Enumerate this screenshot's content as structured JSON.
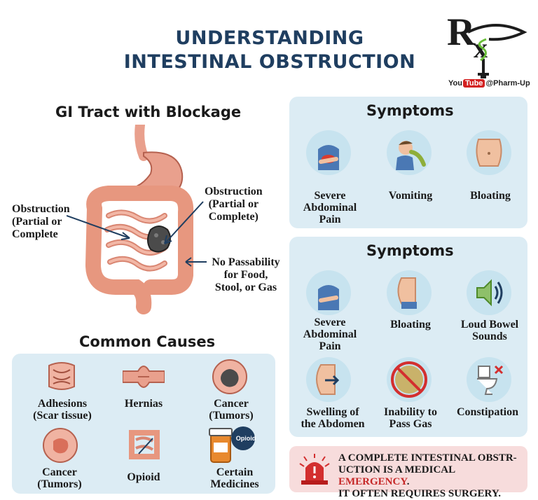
{
  "title": {
    "line1": "UNDERSTANDING",
    "line2": "INTESTINAL OBSTRUCTION"
  },
  "logo": {
    "brand_pre": "You",
    "brand_box": "Tube",
    "handle": "@Pharm-Up"
  },
  "gi_tract": {
    "heading": "GI Tract with Blockage",
    "left_label": [
      "Obstruction",
      "(Partial or",
      "Complete"
    ],
    "right_label": [
      "Obstruction",
      "(Partial or",
      "Complete)"
    ],
    "bottom_label": [
      "No Passability",
      "for Food,",
      "Stool, or Gas"
    ]
  },
  "symptoms_top": {
    "heading": "Symptoms",
    "items": [
      {
        "label": [
          "Severe",
          "Abdominal",
          "Pain"
        ],
        "icon": "abdominal-pain-icon"
      },
      {
        "label": [
          "Vomiting"
        ],
        "icon": "vomiting-icon"
      },
      {
        "label": [
          "Bloating"
        ],
        "icon": "bloating-icon"
      }
    ]
  },
  "symptoms_bottom": {
    "heading": "Symptoms",
    "items": [
      {
        "label": [
          "Severe",
          "Abdominal",
          "Pain"
        ],
        "icon": "abdominal-pain-icon"
      },
      {
        "label": [
          "Bloating"
        ],
        "icon": "bloating-icon"
      },
      {
        "label": [
          "Loud Bowel",
          "Sounds"
        ],
        "icon": "speaker-icon"
      },
      {
        "label": [
          "Swelling of",
          "the Abdomen"
        ],
        "icon": "swelling-icon"
      },
      {
        "label": [
          "Inability to",
          "Pass Gas"
        ],
        "icon": "no-gas-icon"
      },
      {
        "label": [
          "Constipation"
        ],
        "icon": "toilet-icon"
      }
    ]
  },
  "causes": {
    "heading": "Common Causes",
    "items": [
      {
        "label": [
          "Adhesions",
          "(Scar tissue)"
        ],
        "icon": "adhesions-icon"
      },
      {
        "label": [
          "Hernias"
        ],
        "icon": "hernia-icon"
      },
      {
        "label": [
          "Cancer",
          "(Tumors)"
        ],
        "icon": "tumor-icon"
      },
      {
        "label": [
          "Cancer",
          "(Tumors)"
        ],
        "icon": "tumor-icon"
      },
      {
        "label": [
          "Opioid"
        ],
        "icon": "intestine-icon"
      },
      {
        "label": [
          "Certain",
          "Medicines"
        ],
        "icon": "pill-bottle-icon",
        "badge": "Opioid"
      }
    ]
  },
  "alert": {
    "line1": "A COMPLETE INTESTINAL OBSTR-",
    "line2_pre": "UCTION IS A MEDICAL ",
    "line2_em": "EMERGENCY",
    "line2_post": ".",
    "line3": "IT OFTEN REQUIRES SURGERY.",
    "accent_color": "#c62828"
  },
  "colors": {
    "title": "#1f3e60",
    "panel": "#dcecf4",
    "alert_bg": "#f7dcdc",
    "intestine": "#e9a08d"
  }
}
